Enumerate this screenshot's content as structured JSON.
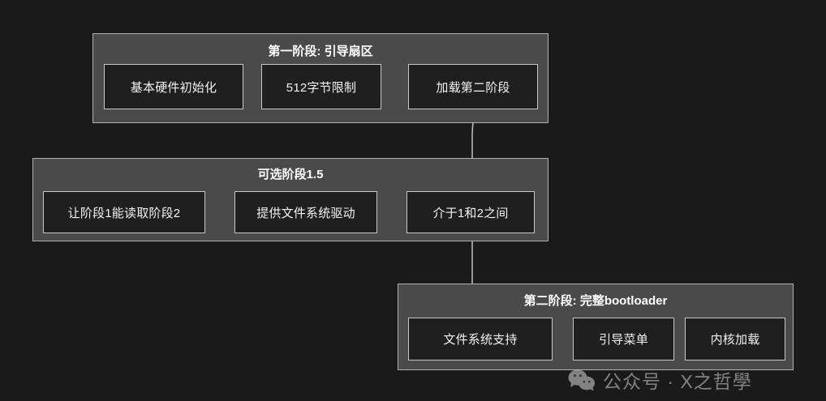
{
  "diagram": {
    "background_color": "#1a1a1a",
    "group_color": "#4a4a4a",
    "node_color": "#1f1f1f",
    "border_color": "#c8c8c8",
    "groups": [
      {
        "id": "stage-1",
        "title": "第一阶段: 引导扇区",
        "nodes": [
          {
            "label": "基本硬件初始化"
          },
          {
            "label": "512字节限制"
          },
          {
            "label": "加载第二阶段"
          }
        ]
      },
      {
        "id": "stage-1-5",
        "title": "可选阶段1.5",
        "nodes": [
          {
            "label": "让阶段1能读取阶段2"
          },
          {
            "label": "提供文件系统驱动"
          },
          {
            "label": "介于1和2之间"
          }
        ]
      },
      {
        "id": "stage-2",
        "title": "第二阶段: 完整bootloader",
        "nodes": [
          {
            "label": "文件系统支持"
          },
          {
            "label": "引导菜单"
          },
          {
            "label": "内核加载"
          }
        ]
      }
    ],
    "connectors": [
      {
        "from": "加载第二阶段",
        "to": "介于1和2之间"
      },
      {
        "from": "介于1和2之间",
        "to": "文件系统支持"
      }
    ]
  },
  "watermark": {
    "icon": "wechat-icon",
    "text": "公众号 · X之哲學"
  }
}
